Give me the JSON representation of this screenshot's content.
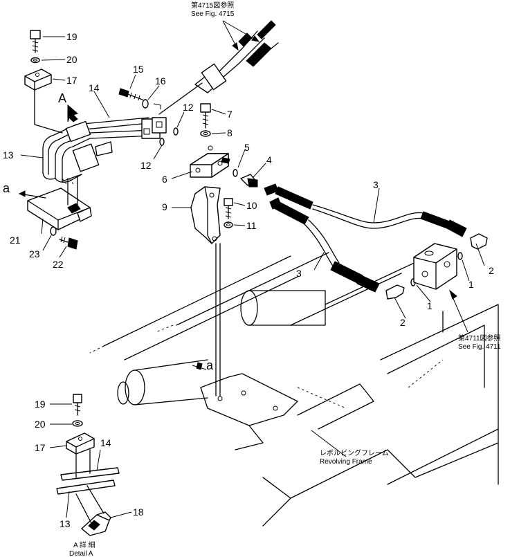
{
  "callouts": {
    "c1a": "1",
    "c1b": "1",
    "c2a": "2",
    "c2b": "2",
    "c3a": "3",
    "c3b": "3",
    "c4": "4",
    "c5": "5",
    "c6": "6",
    "c7": "7",
    "c8": "8",
    "c9": "9",
    "c10": "10",
    "c11": "11",
    "c12a": "12",
    "c12b": "12",
    "c13": "13",
    "c14": "14",
    "c15": "15",
    "c16": "16",
    "c17": "17",
    "c19": "19",
    "c20": "20",
    "c21": "21",
    "c22": "22",
    "c23": "23",
    "d13": "13",
    "d14": "14",
    "d17": "17",
    "d18": "18",
    "d19": "19",
    "d20": "20",
    "view_a": "A",
    "arrow_a_left": "a",
    "arrow_a_frame": "a"
  },
  "notes": {
    "fig4715_jp": "第4715図参照",
    "fig4715_en": "See Fig. 4715",
    "fig4711_jp": "第4711図参照",
    "fig4711_en": "See Fig. 4711",
    "frame_jp": "レボルビングフレーム",
    "frame_en": "Revolving Frame",
    "detail_jp": "A 詳 細",
    "detail_en": "Detail A"
  }
}
